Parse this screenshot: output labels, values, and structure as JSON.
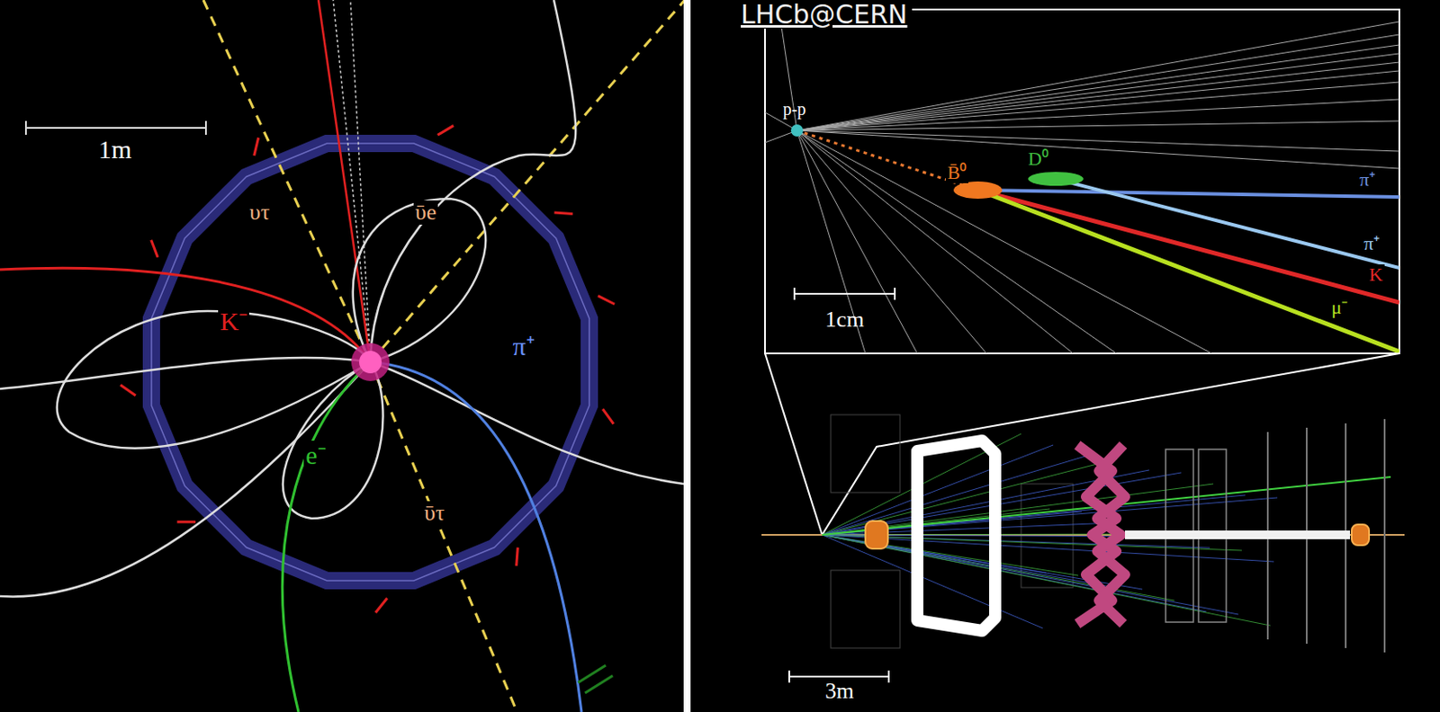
{
  "diagram": {
    "title": "LHCb@CERN",
    "labels": [
      "1m",
      "υτ",
      "ῡe",
      "K⁻",
      "π⁺",
      "e⁻",
      "ῡτ",
      "p-p",
      "B̄⁰",
      "D⁰",
      "π⁺",
      "π⁺",
      "K",
      "μ⁻",
      "1cm",
      "3m"
    ]
  }
}
